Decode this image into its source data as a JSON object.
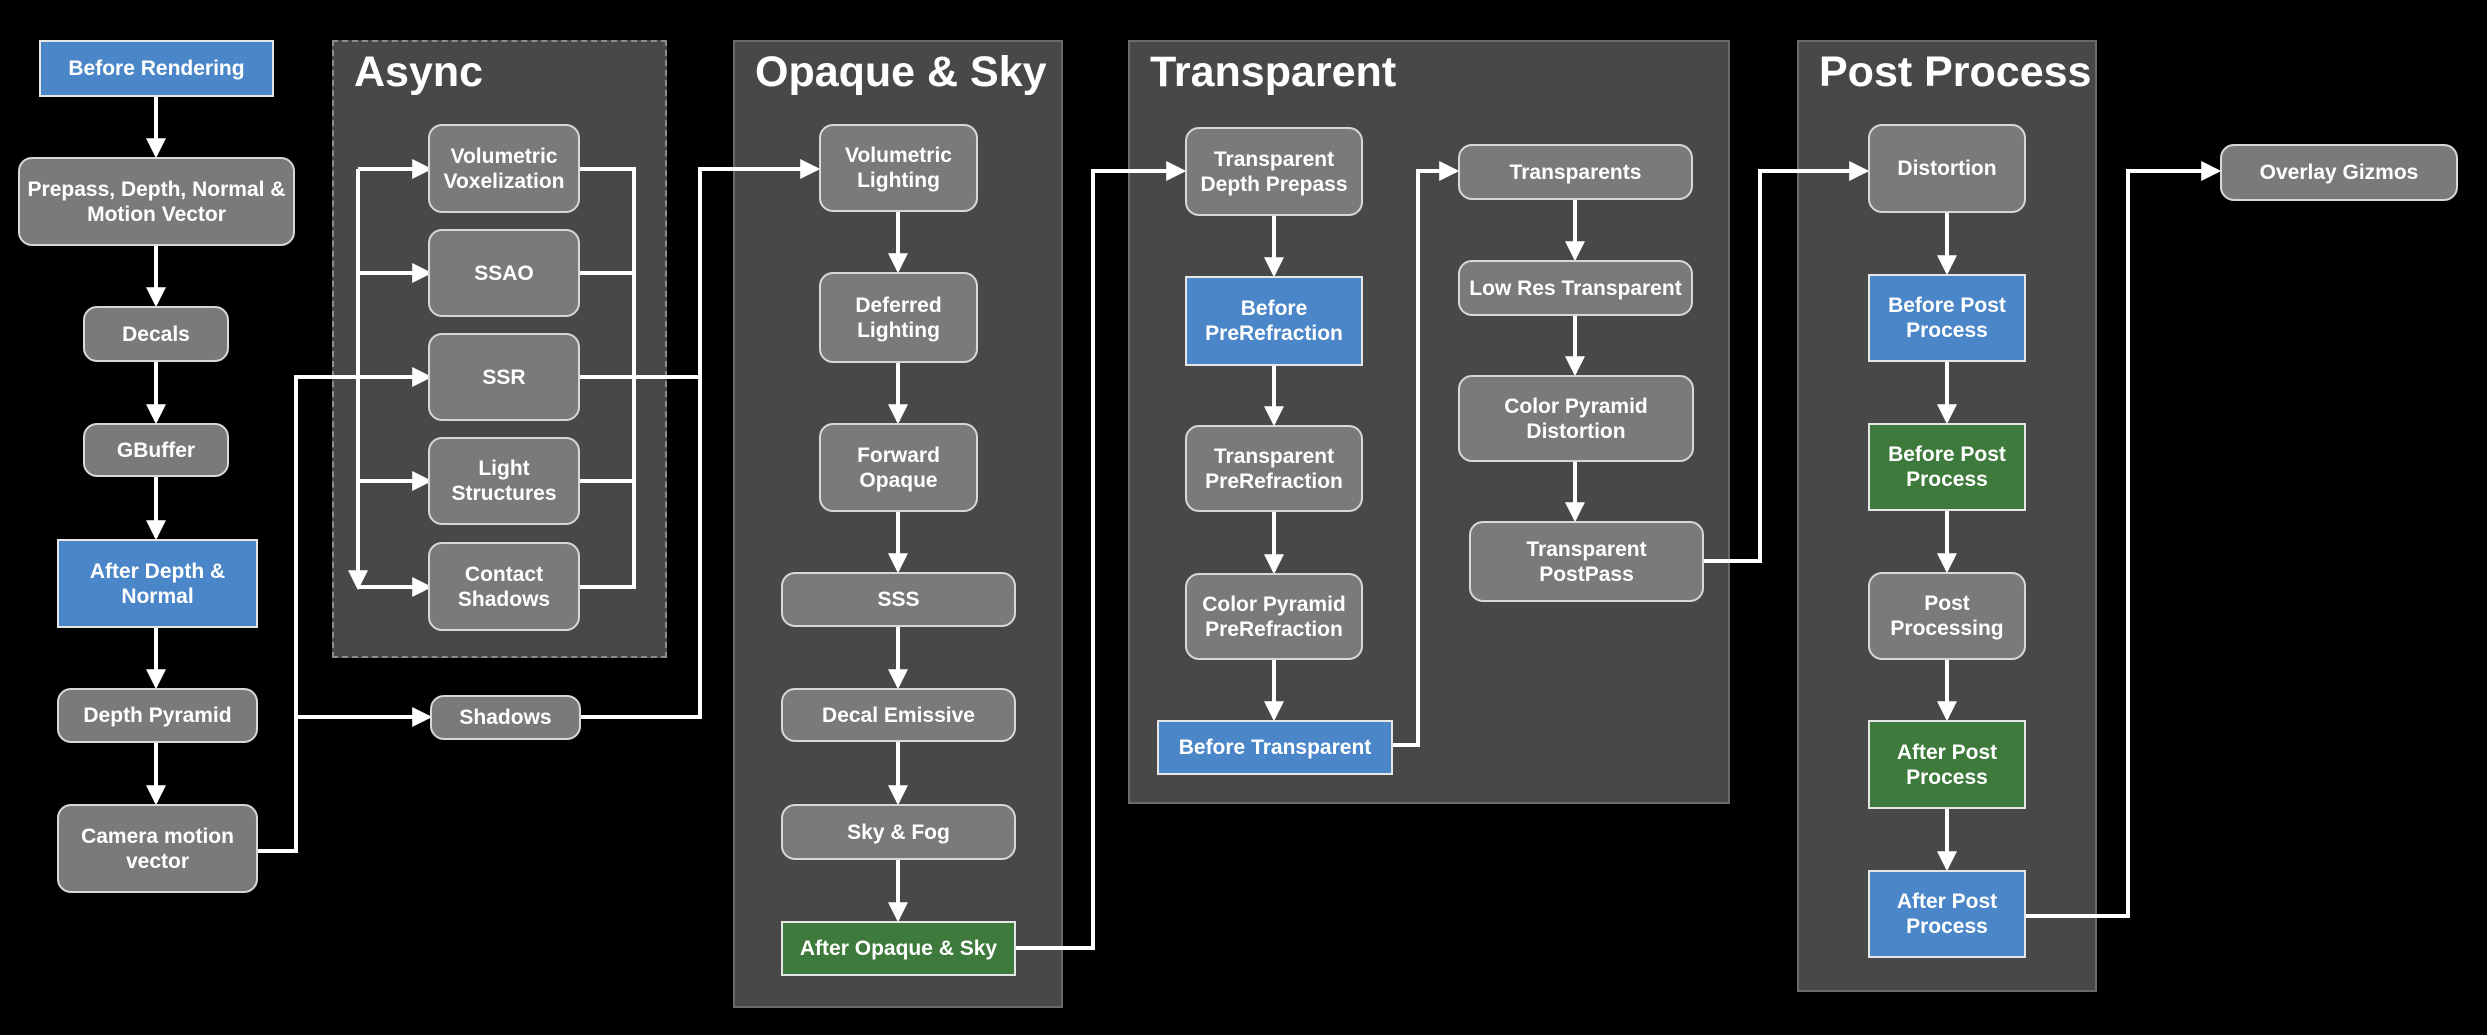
{
  "colors": {
    "background": "#000000",
    "panel": "#484848",
    "node_gray": "#7a7a7a",
    "node_blue": "#4a86c8",
    "node_green": "#3d7a3b",
    "connector": "#ffffff"
  },
  "panels": {
    "async": "Async",
    "opaque_sky": "Opaque & Sky",
    "transparent": "Transparent",
    "post_process": "Post Process"
  },
  "nodes": {
    "before_rendering": "Before Rendering",
    "prepass": "Prepass, Depth, Normal &\nMotion Vector",
    "decals": "Decals",
    "gbuffer": "GBuffer",
    "after_depth_normal": "After Depth &\nNormal",
    "depth_pyramid": "Depth Pyramid",
    "camera_motion": "Camera motion\nvector",
    "vol_voxelization": "Volumetric\nVoxelization",
    "ssao": "SSAO",
    "ssr": "SSR",
    "light_structures": "Light\nStructures",
    "contact_shadows": "Contact\nShadows",
    "shadows": "Shadows",
    "vol_lighting": "Volumetric\nLighting",
    "deferred_lighting": "Deferred\nLighting",
    "forward_opaque": "Forward\nOpaque",
    "sss": "SSS",
    "decal_emissive": "Decal Emissive",
    "sky_fog": "Sky & Fog",
    "after_opaque_sky": "After Opaque & Sky",
    "transparent_depth_prepass": "Transparent\nDepth Prepass",
    "before_prerefraction": "Before\nPreRefraction",
    "transparent_prerefraction": "Transparent\nPreRefraction",
    "color_pyramid_prerefraction": "Color Pyramid\nPreRefraction",
    "before_transparent": "Before Transparent",
    "transparents": "Transparents",
    "low_res_transparent": "Low Res Transparent",
    "color_pyramid_distortion": "Color Pyramid\nDistortion",
    "transparent_postpass": "Transparent PostPass",
    "distortion": "Distortion",
    "before_post_process_blue": "Before Post\nProcess",
    "before_post_process_green": "Before Post\nProcess",
    "post_processing": "Post\nProcessing",
    "after_post_process_green": "After Post\nProcess",
    "after_post_process_blue": "After Post\nProcess",
    "overlay_gizmos": "Overlay Gizmos"
  }
}
